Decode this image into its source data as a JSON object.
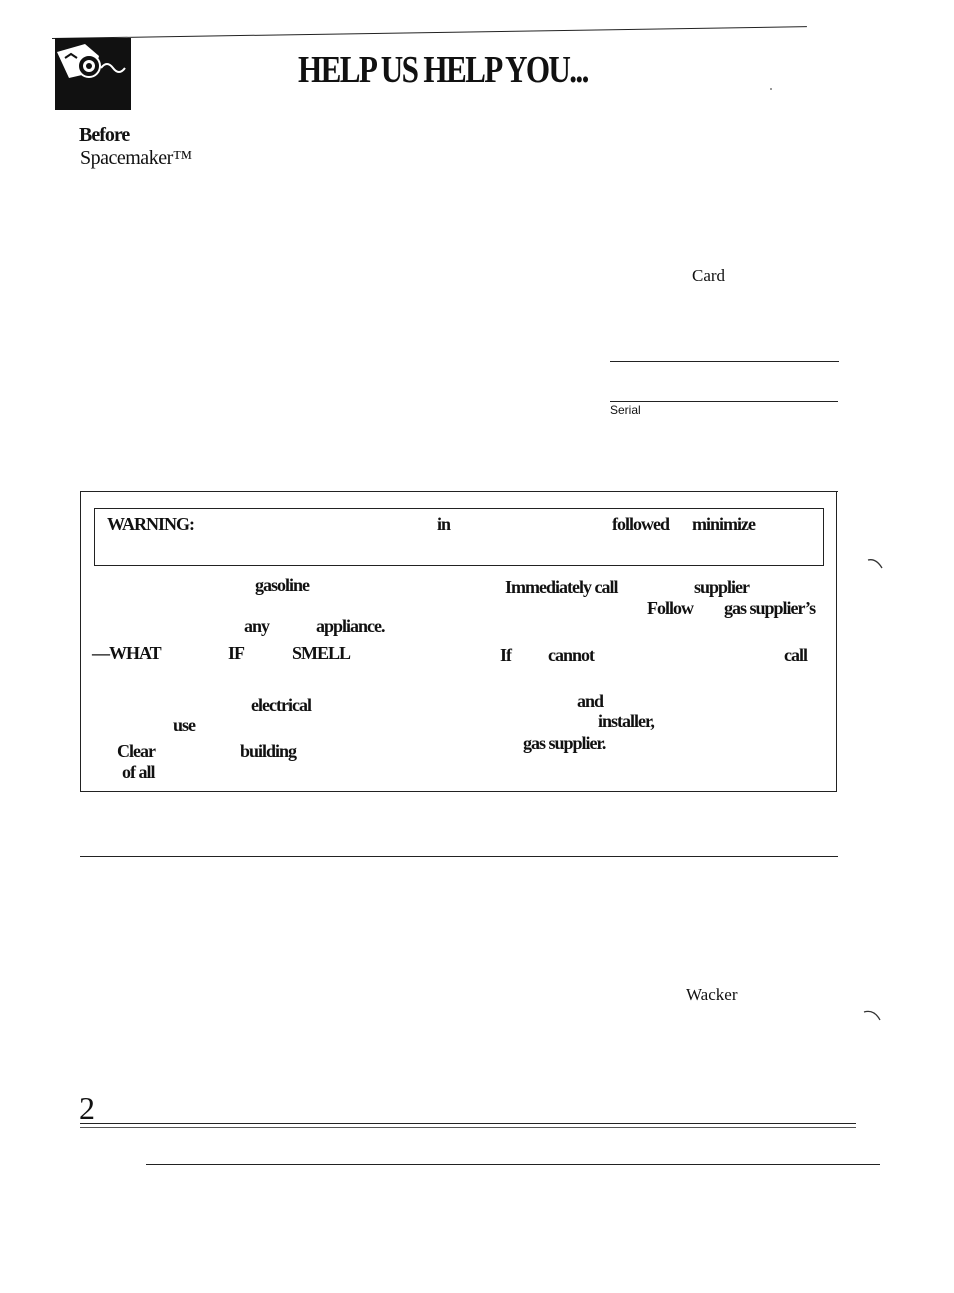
{
  "header": {
    "title": "HELP US HELP YOU..."
  },
  "intro": {
    "line1": "Before",
    "line2": "Spacemaker™"
  },
  "record": {
    "card": "Card",
    "serial": "Serial"
  },
  "warning": {
    "label": "WARNING:",
    "in": "in",
    "followed": "followed",
    "minimize": "minimize"
  },
  "left_col": {
    "gasoline": "gasoline",
    "any": "any",
    "appliance": "appliance.",
    "what": "—WHAT",
    "if_word": "IF",
    "smell": "SMELL",
    "electrical": "electrical",
    "use": "use",
    "clear": "Clear",
    "building": "building",
    "of_all": "of all"
  },
  "right_col": {
    "immediately_call": "Immediately call",
    "supplier": "supplier",
    "follow": "Follow",
    "gas_suppliers": "gas supplier’s",
    "if_word": "If",
    "cannot": "cannot",
    "call": "call",
    "and": "and",
    "installer": "installer,",
    "gas_supplier": "gas supplier."
  },
  "lower": {
    "wacker": "Wacker"
  },
  "footer": {
    "page_number": "2"
  }
}
